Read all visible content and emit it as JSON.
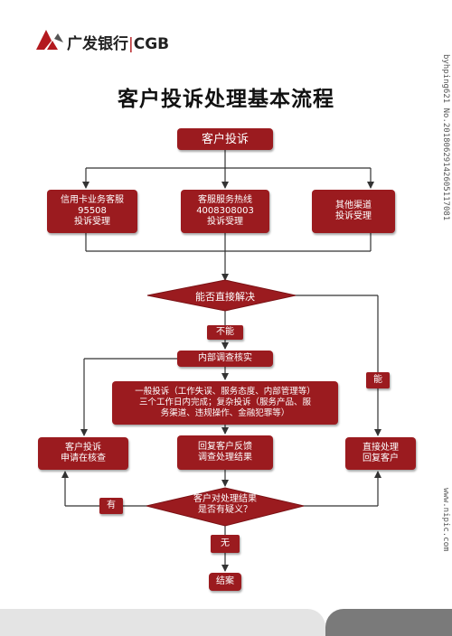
{
  "header": {
    "logo_text": "广发银行",
    "logo_sep": "|",
    "logo_code": "CGB",
    "title": "客户投诉处理基本流程"
  },
  "nodes": {
    "complaint": "客户投诉",
    "card_service": "信用卡业务客服\n95508\n投诉受理",
    "hotline": "客服服务热线\n4008308003\n投诉受理",
    "other_channels": "其他渠道\n投诉受理",
    "decision_direct": "能否直接解决",
    "cannot": "不能",
    "internal_check": "内部调查核实",
    "classification": "一般投诉（工作失误、服务态度、内部管理等）\n三个工作日内完成；复杂投诉（服务产品、服\n务渠道、违规操作、金融犯罪等）",
    "customer_appeal": "客户投诉\n申请在核查",
    "feedback": "回复客户反馈\n调查处理结果",
    "direct_handle": "直接处理\n回复客户",
    "can": "能",
    "yes": "有",
    "decision_doubt": "客户对处理结果\n是否有疑义？",
    "no": "无",
    "end": "结案"
  },
  "watermarks": {
    "side_top": "byhping621  No.20180629142605117081",
    "side_bottom": "www.nipic.com"
  },
  "colors": {
    "box": "#9b1b1f",
    "line": "#333333",
    "brand_red": "#b3191e"
  }
}
